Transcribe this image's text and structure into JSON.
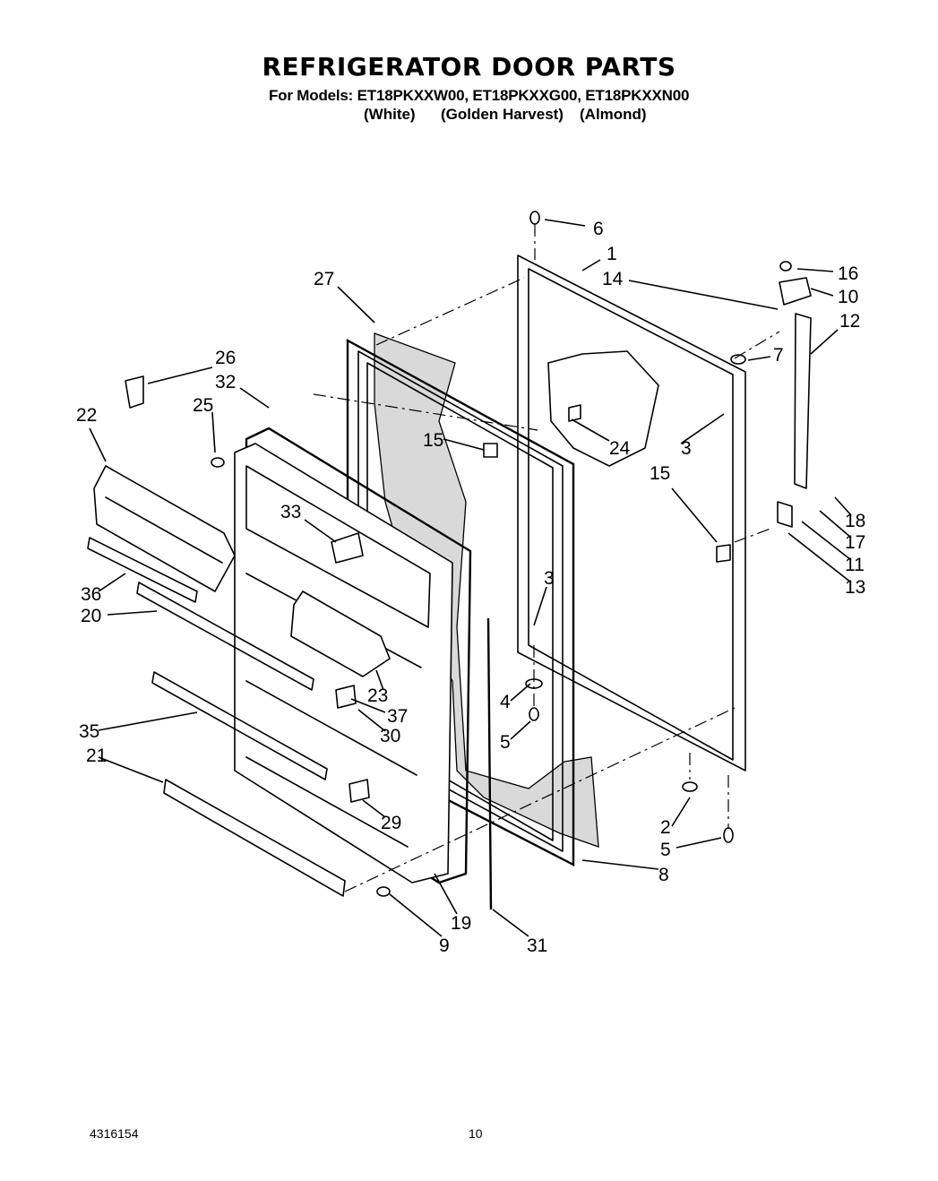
{
  "header": {
    "title": "REFRIGERATOR DOOR PARTS",
    "models_line": "For Models: ET18PKXXW00, ET18PKXXG00, ET18PKXXN00",
    "variants": [
      "(White)",
      "(Golden Harvest)",
      "(Almond)"
    ]
  },
  "callouts": [
    "6",
    "1",
    "14",
    "16",
    "10",
    "12",
    "27",
    "7",
    "26",
    "32",
    "25",
    "22",
    "24",
    "15",
    "3",
    "15",
    "33",
    "18",
    "17",
    "11",
    "13",
    "36",
    "20",
    "3",
    "23",
    "37",
    "4",
    "30",
    "5",
    "35",
    "21",
    "29",
    "2",
    "5",
    "8",
    "19",
    "9",
    "31"
  ],
  "footer": {
    "doc_number": "4316154",
    "page_number": "10"
  }
}
